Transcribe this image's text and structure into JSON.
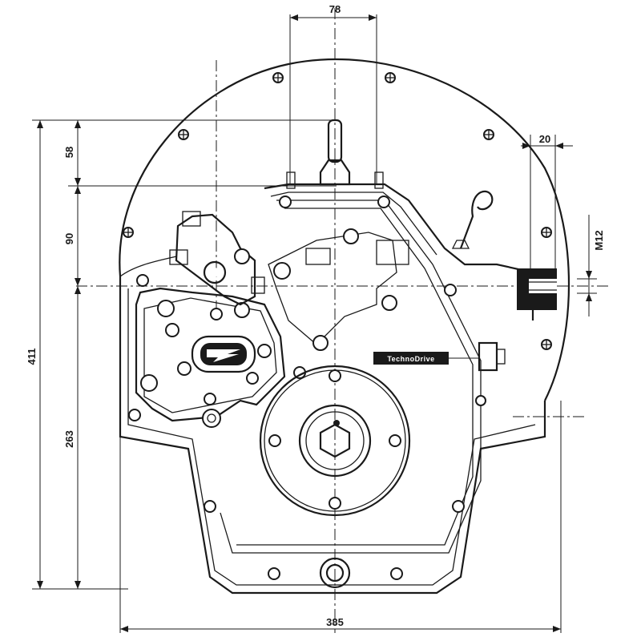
{
  "dimensions": {
    "top_width": "78",
    "offset": "20",
    "height_upper": "58",
    "height_middle": "90",
    "height_total": "411",
    "height_lower": "263",
    "base_width": "385",
    "thread": "M12"
  },
  "brand_plate": "TechnoDrive",
  "colors": {
    "line": "#1a1a1a",
    "paper": "#ffffff"
  },
  "icons": {
    "logo": "td-logo-icon"
  }
}
